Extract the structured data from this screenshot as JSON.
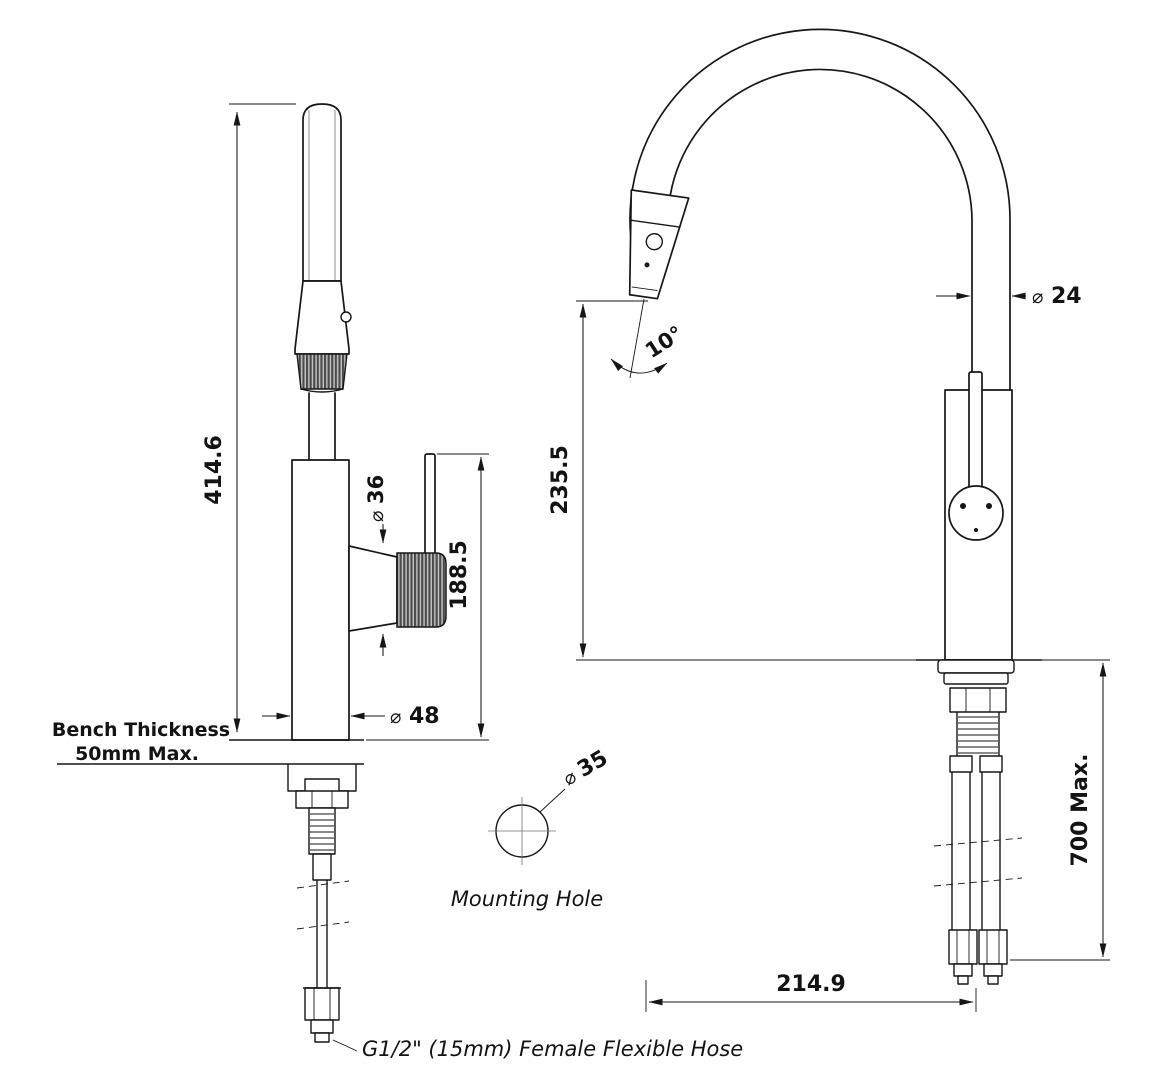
{
  "symbols": {
    "phi": "⌀"
  },
  "side_view": {
    "overall_height": "414.6",
    "branch_diameter": "36",
    "handle_height": "188.5",
    "body_diameter": "48",
    "bench_label_line1": "Bench Thickness",
    "bench_label_line2": "50mm Max."
  },
  "mounting_hole": {
    "diameter": "35",
    "label": "Mounting Hole"
  },
  "front_view": {
    "spout_height": "235.5",
    "spray_angle": "10°",
    "spout_diameter": "24",
    "below_bench_max": "700 Max.",
    "spout_reach": "214.9"
  },
  "hose_label": "G1/2\" (15mm) Female Flexible Hose"
}
